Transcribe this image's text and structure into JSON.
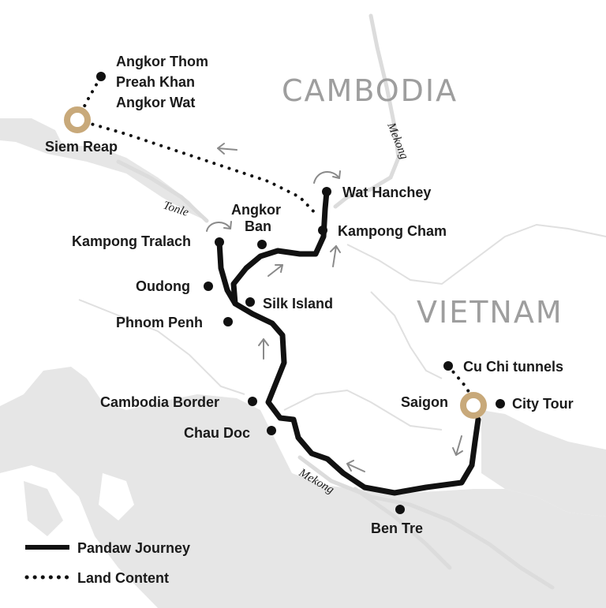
{
  "countries": {
    "cambodia": "CAMBODIA",
    "vietnam": "VIETNAM"
  },
  "rivers": {
    "mekong_north": "Mekong",
    "mekong_south": "Mekong",
    "tonle": "Tonle"
  },
  "places": {
    "angkor_thom": "Angkor Thom",
    "preah_khan": "Preah Khan",
    "angkor_wat": "Angkor Wat",
    "siem_reap": "Siem Reap",
    "wat_hanchey": "Wat Hanchey",
    "angkor_ban_1": "Angkor",
    "angkor_ban_2": "Ban",
    "kampong_cham": "Kampong Cham",
    "kampong_tralach": "Kampong Tralach",
    "oudong": "Oudong",
    "silk_island": "Silk Island",
    "phnom_penh": "Phnom Penh",
    "cambodia_border": "Cambodia Border",
    "chau_doc": "Chau Doc",
    "cu_chi": "Cu Chi tunnels",
    "saigon": "Saigon",
    "city_tour": "City Tour",
    "ben_tre": "Ben Tre"
  },
  "legend": {
    "pandaw": "Pandaw Journey",
    "land": "Land Content"
  },
  "colors": {
    "route": "#111111",
    "hub": "#c8a97a",
    "land": "#e6e6e6",
    "water_line": "#dcdcdc",
    "arrow": "#8a8a8a"
  }
}
